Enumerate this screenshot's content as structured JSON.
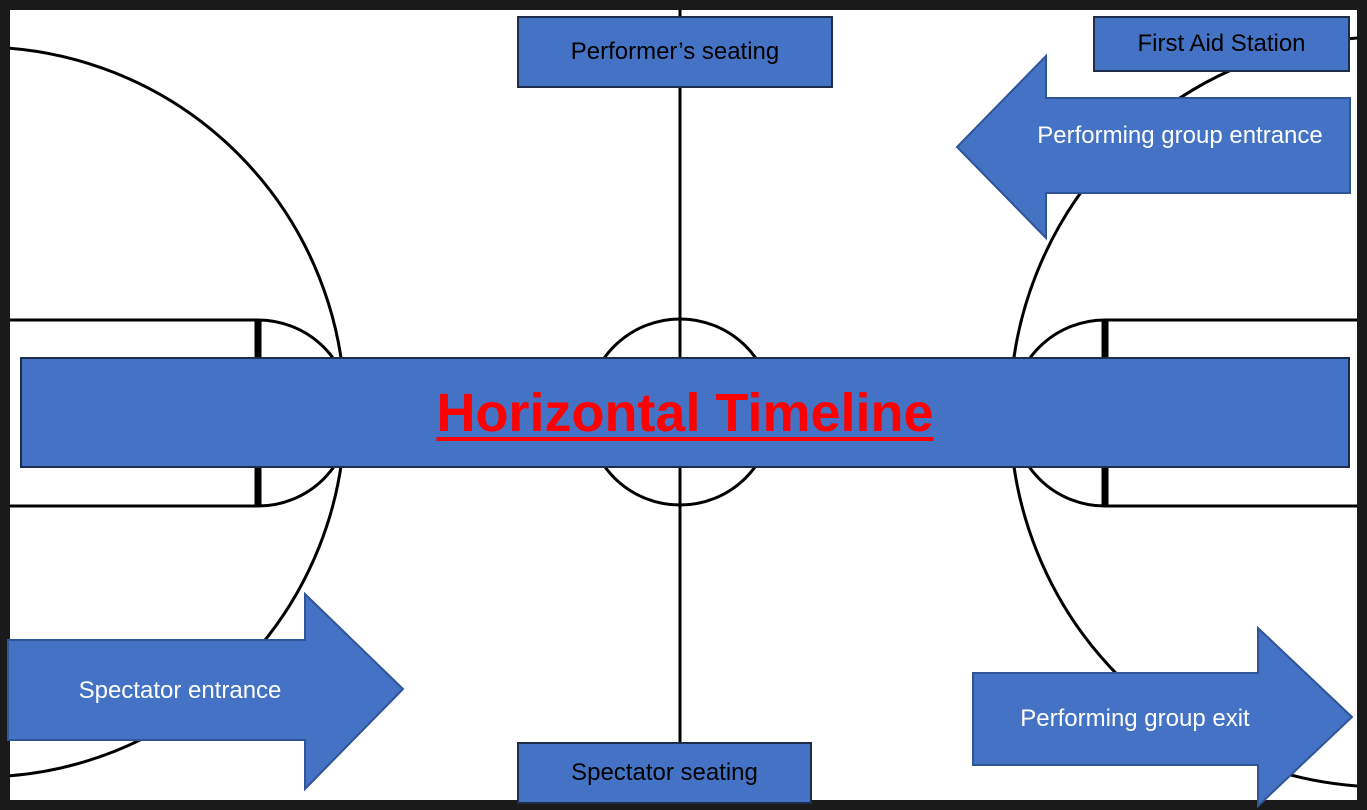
{
  "colors": {
    "accent": "#4472C4",
    "title_text": "#ff0000",
    "arrow_text": "#ffffff",
    "court_lines": "#000000"
  },
  "labels": {
    "performer_seating": "Performer’s seating",
    "first_aid_station": "First Aid Station",
    "spectator_seating": "Spectator seating",
    "timeline_title": "Horizontal Timeline",
    "spectator_entrance": "Spectator entrance",
    "performing_group_entrance": "Performing group entrance",
    "performing_group_exit": "Performing group exit"
  },
  "icons": {
    "spectator_entrance": "arrow-right",
    "performing_group_entrance": "arrow-left",
    "performing_group_exit": "arrow-right"
  }
}
